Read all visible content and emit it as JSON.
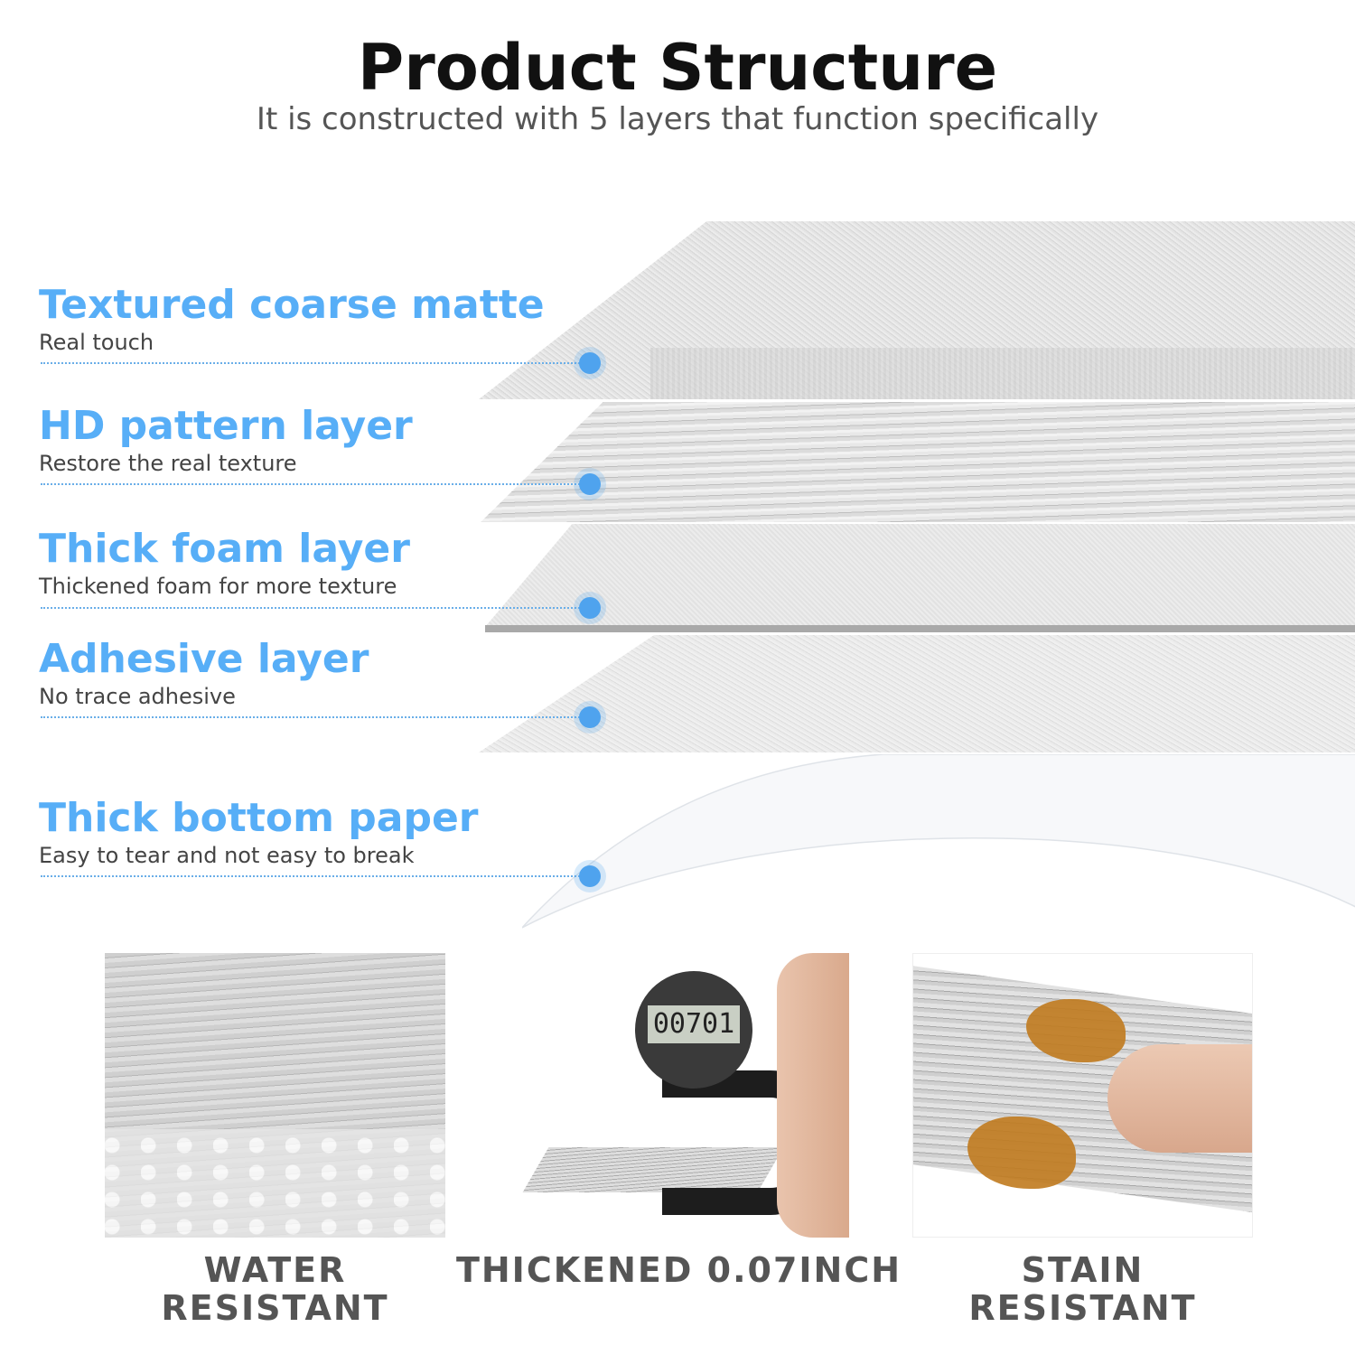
{
  "header": {
    "title": "Product Structure",
    "subtitle": "It is constructed with 5 layers that function specifically"
  },
  "layers": [
    {
      "title": "Textured coarse matte",
      "description": "Real touch"
    },
    {
      "title": "HD pattern layer",
      "description": "Restore the real texture"
    },
    {
      "title": "Thick foam layer",
      "description": "Thickened foam for more texture"
    },
    {
      "title": "Adhesive layer",
      "description": "No trace adhesive"
    },
    {
      "title": "Thick bottom paper",
      "description": "Easy to tear and not easy to break"
    }
  ],
  "features": [
    {
      "line1": "WATER",
      "line2": "RESISTANT"
    },
    {
      "line1": "THICKENED 0.07INCH",
      "line2": ""
    },
    {
      "line1": "STAIN",
      "line2": "RESISTANT"
    }
  ],
  "gauge_reading": "00701",
  "colors": {
    "accent": "#57aef7",
    "dot": "#4fa3ee",
    "caption": "#555555",
    "title": "#111111"
  }
}
